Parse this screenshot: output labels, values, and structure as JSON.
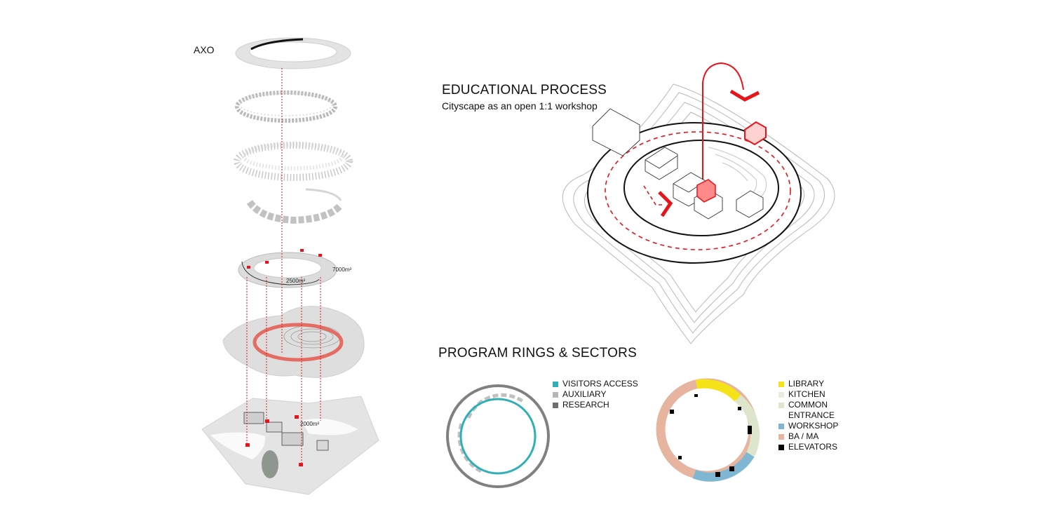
{
  "axo": {
    "label": "AXO",
    "area_labels": [
      "2500m²",
      "7000m²",
      "2000m²"
    ]
  },
  "educational": {
    "title": "EDUCATIONAL PROCESS",
    "subtitle": "Cityscape as an open 1:1 workshop"
  },
  "program": {
    "title": "PROGRAM RINGS & SECTORS",
    "legend_a": [
      {
        "label": "VISITORS ACCESS",
        "color": "#2fb0b8"
      },
      {
        "label": "AUXILIARY",
        "color": "#b5b5b5"
      },
      {
        "label": "RESEARCH",
        "color": "#6e6e6e"
      }
    ],
    "legend_b": [
      {
        "label": "LIBRARY",
        "color": "#f5e31a"
      },
      {
        "label": "KITCHEN",
        "color": "#e9ecdc"
      },
      {
        "label": "COMMON",
        "color": "#dde5cc"
      },
      {
        "label": "ENTRANCE",
        "color": ""
      },
      {
        "label": "WORKSHOP",
        "color": "#7fb7d3"
      },
      {
        "label": "BA / MA",
        "color": "#e6b49f"
      },
      {
        "label": "ELEVATORS",
        "color": "#000000"
      }
    ]
  },
  "colors": {
    "accent_red": "#e8141b",
    "ring_gray": "#8c8c8c",
    "contour_gray": "#b8b8b8"
  }
}
